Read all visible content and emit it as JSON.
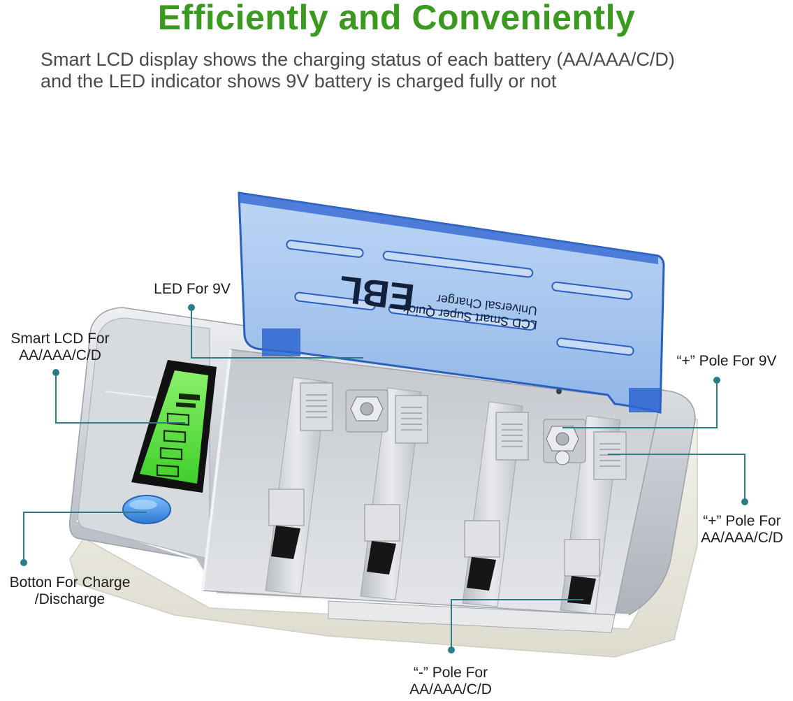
{
  "header": {
    "title": "Efficiently and Conveniently",
    "subtitle_line1": "Smart LCD display shows the charging status of each battery (AA/AAA/C/D)",
    "subtitle_line2": "and the LED indicator shows 9V battery is charged fully or not"
  },
  "lid": {
    "brand": "EBL",
    "line1": "Universal Charger",
    "line2": "LCD Smart Super Quick"
  },
  "callouts": {
    "led_9v": "LED For 9V",
    "smart_lcd_l1": "Smart LCD For",
    "smart_lcd_l2": "AA/AAA/C/D",
    "plus_9v": "“+” Pole For 9V",
    "plus_aa_l1": "“+” Pole For",
    "plus_aa_l2": "AA/AAA/C/D",
    "button_l1": "Botton For Charge",
    "button_l2": "/Discharge",
    "minus_aa_l1": "“-” Pole For",
    "minus_aa_l2": "AA/AAA/C/D"
  },
  "colors": {
    "title_green": "#3a9a1f",
    "leader_teal": "#2a7d86",
    "lid_blue": "#3b6fd3",
    "lcd_green": "#5fe83a",
    "button_blue": "#3f8fe0"
  }
}
